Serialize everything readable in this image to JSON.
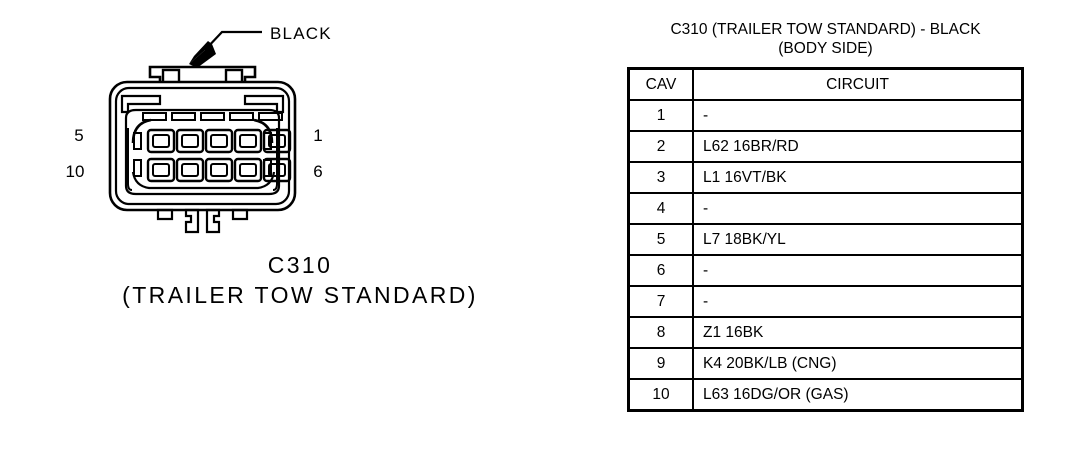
{
  "connector": {
    "callout_label": "BLACK",
    "pin_labels": {
      "top_left": "5",
      "bottom_left": "10",
      "top_right": "1",
      "bottom_right": "6"
    },
    "caption_name": "C310",
    "caption_description": "(TRAILER TOW STANDARD)",
    "cavity_count": 10,
    "line_color": "#000000"
  },
  "table": {
    "title_line1": "C310 (TRAILER TOW STANDARD) - BLACK",
    "title_line2": "(BODY SIDE)",
    "headers": [
      "CAV",
      "CIRCUIT"
    ],
    "rows": [
      {
        "cav": "1",
        "circuit": "-"
      },
      {
        "cav": "2",
        "circuit": "L62 16BR/RD"
      },
      {
        "cav": "3",
        "circuit": "L1  16VT/BK"
      },
      {
        "cav": "4",
        "circuit": "-"
      },
      {
        "cav": "5",
        "circuit": "L7  18BK/YL"
      },
      {
        "cav": "6",
        "circuit": "-"
      },
      {
        "cav": "7",
        "circuit": "-"
      },
      {
        "cav": "8",
        "circuit": "Z1  16BK"
      },
      {
        "cav": "9",
        "circuit": "K4 20BK/LB (CNG)"
      },
      {
        "cav": "10",
        "circuit": "L63 16DG/OR (GAS)"
      }
    ]
  }
}
